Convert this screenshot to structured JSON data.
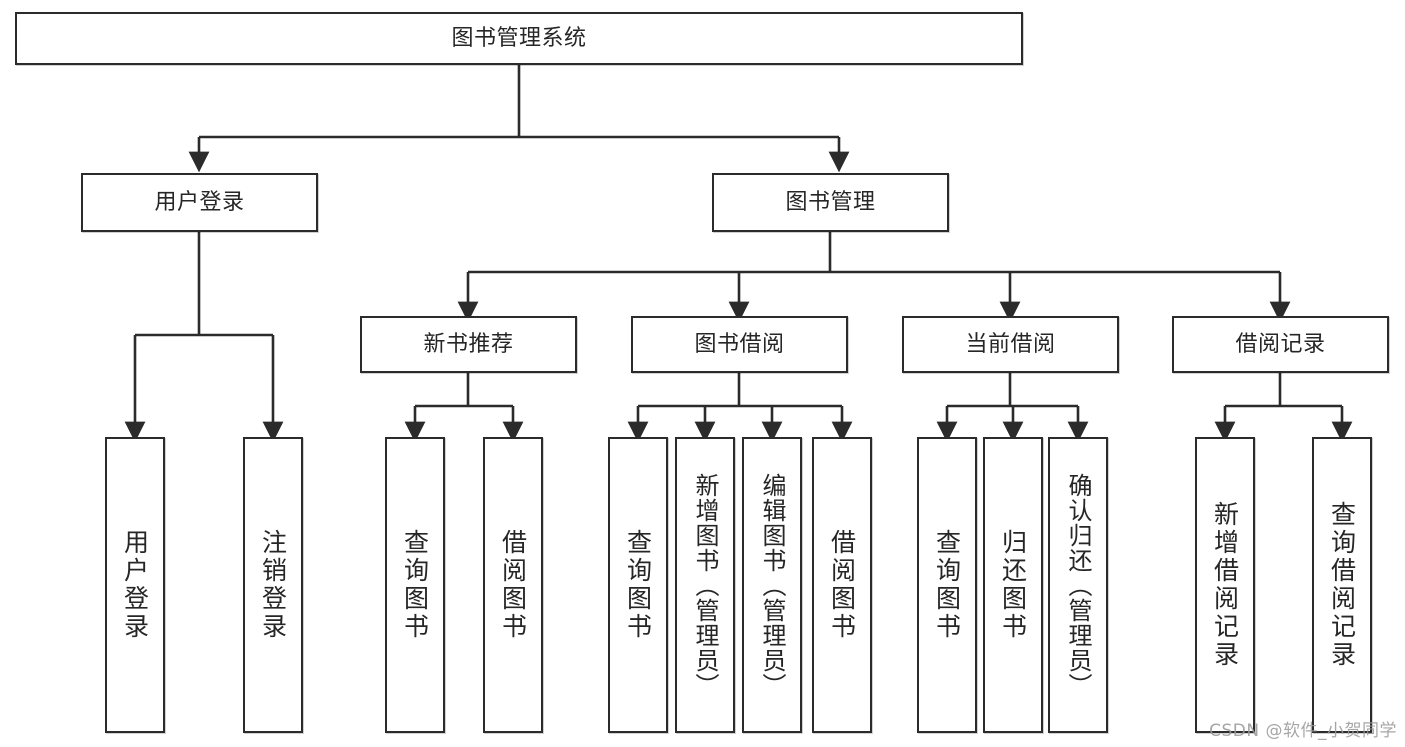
{
  "diagram": {
    "type": "tree-hierarchy-flowchart",
    "title": "图书管理系统",
    "watermark": "CSDN @软件_小贺同学",
    "colors": {
      "background": "#ffffff",
      "node_border": "#2b2b2b",
      "node_fill": "#ffffff",
      "text": "#262626",
      "connector": "#2b2b2b",
      "watermark": "#9a9a9a"
    },
    "levels": [
      {
        "level": 1,
        "nodes": [
          {
            "id": "root",
            "label": "图书管理系统",
            "orientation": "horizontal"
          }
        ]
      },
      {
        "level": 2,
        "nodes": [
          {
            "id": "user-login",
            "label": "用户登录",
            "orientation": "horizontal",
            "parent": "root"
          },
          {
            "id": "book-manage",
            "label": "图书管理",
            "orientation": "horizontal",
            "parent": "root"
          }
        ]
      },
      {
        "level": 3,
        "nodes": [
          {
            "id": "new-book-rec",
            "label": "新书推荐",
            "orientation": "horizontal",
            "parent": "book-manage"
          },
          {
            "id": "book-borrow",
            "label": "图书借阅",
            "orientation": "horizontal",
            "parent": "book-manage"
          },
          {
            "id": "current-borrow",
            "label": "当前借阅",
            "orientation": "horizontal",
            "parent": "book-manage"
          },
          {
            "id": "borrow-record",
            "label": "借阅记录",
            "orientation": "horizontal",
            "parent": "book-manage"
          }
        ]
      },
      {
        "level": 4,
        "nodes": [
          {
            "id": "leaf-user-login",
            "label": "用户登录",
            "orientation": "vertical",
            "parent": "user-login"
          },
          {
            "id": "leaf-user-logout",
            "label": "注销登录",
            "orientation": "vertical",
            "parent": "user-login"
          },
          {
            "id": "leaf-query-book-1",
            "label": "查询图书",
            "orientation": "vertical",
            "parent": "new-book-rec"
          },
          {
            "id": "leaf-borrow-book-1",
            "label": "借阅图书",
            "orientation": "vertical",
            "parent": "new-book-rec"
          },
          {
            "id": "leaf-query-book-2",
            "label": "查询图书",
            "orientation": "vertical",
            "parent": "book-borrow"
          },
          {
            "id": "leaf-add-book",
            "label": "新增图书（管理员）",
            "orientation": "vertical",
            "parent": "book-borrow"
          },
          {
            "id": "leaf-edit-book",
            "label": "编辑图书（管理员）",
            "orientation": "vertical",
            "parent": "book-borrow"
          },
          {
            "id": "leaf-borrow-book-2",
            "label": "借阅图书",
            "orientation": "vertical",
            "parent": "book-borrow"
          },
          {
            "id": "leaf-query-book-3",
            "label": "查询图书",
            "orientation": "vertical",
            "parent": "current-borrow"
          },
          {
            "id": "leaf-return-book",
            "label": "归还图书",
            "orientation": "vertical",
            "parent": "current-borrow"
          },
          {
            "id": "leaf-confirm-return",
            "label": "确认归还（管理员）",
            "orientation": "vertical",
            "parent": "current-borrow"
          },
          {
            "id": "leaf-add-record",
            "label": "新增借阅记录",
            "orientation": "vertical",
            "parent": "borrow-record"
          },
          {
            "id": "leaf-query-record",
            "label": "查询借阅记录",
            "orientation": "vertical",
            "parent": "borrow-record"
          }
        ]
      }
    ],
    "nodes_flat": {
      "root": "图书管理系统",
      "user_login": "用户登录",
      "book_manage": "图书管理",
      "new_book_rec": "新书推荐",
      "book_borrow": "图书借阅",
      "current_borrow": "当前借阅",
      "borrow_record": "借阅记录",
      "leaf_user_login": "用户登录",
      "leaf_user_logout": "注销登录",
      "leaf_query_book_1": "查询图书",
      "leaf_borrow_book_1": "借阅图书",
      "leaf_query_book_2": "查询图书",
      "leaf_add_book": "新增图书（管理员）",
      "leaf_edit_book": "编辑图书（管理员）",
      "leaf_borrow_book_2": "借阅图书",
      "leaf_query_book_3": "查询图书",
      "leaf_return_book": "归还图书",
      "leaf_confirm_return": "确认归还（管理员）",
      "leaf_add_record": "新增借阅记录",
      "leaf_query_record": "查询借阅记录"
    }
  }
}
